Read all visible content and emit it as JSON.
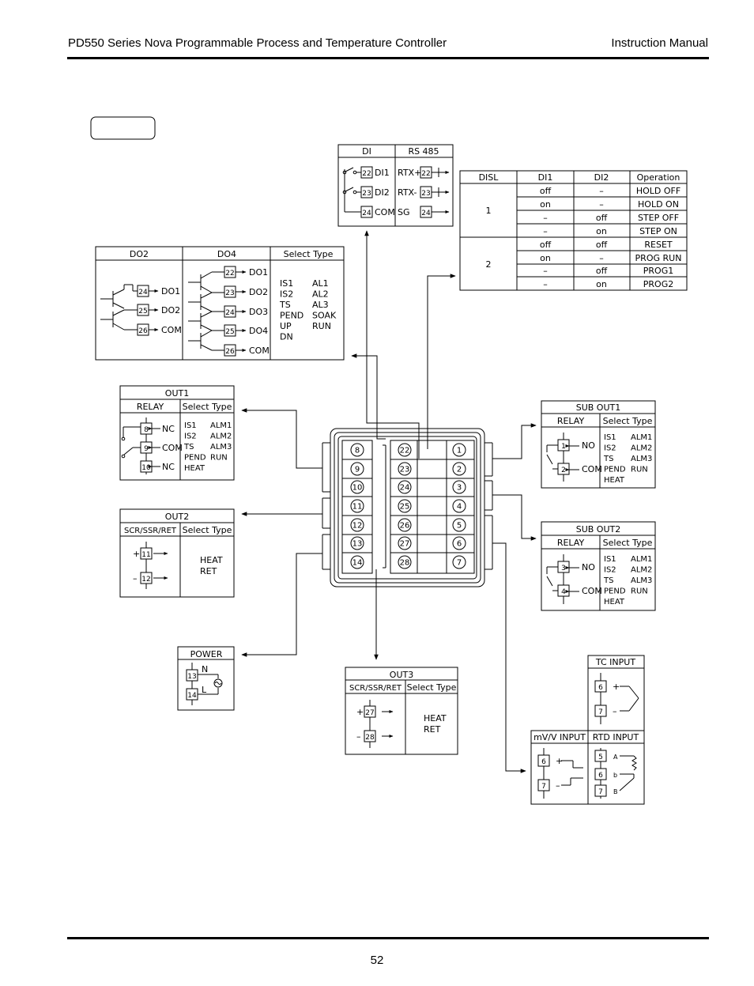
{
  "header": {
    "title": "PD550 Series Nova Programmable Process and Temperature Controller",
    "doc_type": "Instruction Manual"
  },
  "footer": {
    "page_number": "52"
  },
  "di_block": {
    "col_di": "DI",
    "col_rs485": "RS 485",
    "di_rows": [
      {
        "term": "22",
        "label": "DI1"
      },
      {
        "term": "23",
        "label": "DI2"
      },
      {
        "term": "24",
        "label": "COM"
      }
    ],
    "rs_rows": [
      {
        "label": "RTX+",
        "term": "22"
      },
      {
        "label": "RTX-",
        "term": "23"
      },
      {
        "label": "SG",
        "term": "24"
      }
    ]
  },
  "disl_table": {
    "headers": [
      "DISL",
      "DI1",
      "DI2",
      "Operation"
    ],
    "groups": [
      {
        "disl": "1",
        "rows": [
          [
            "off",
            "–",
            "HOLD OFF"
          ],
          [
            "on",
            "–",
            "HOLD ON"
          ],
          [
            "–",
            "off",
            "STEP OFF"
          ],
          [
            "–",
            "on",
            "STEP ON"
          ]
        ]
      },
      {
        "disl": "2",
        "rows": [
          [
            "off",
            "off",
            "RESET"
          ],
          [
            "on",
            "–",
            "PROG RUN"
          ],
          [
            "–",
            "off",
            "PROG1"
          ],
          [
            "–",
            "on",
            "PROG2"
          ]
        ]
      }
    ]
  },
  "do_block": {
    "col_do2": "DO2",
    "col_do4": "DO4",
    "col_select": "Select Type",
    "do2_rows": [
      {
        "term": "24",
        "label": "DO1"
      },
      {
        "term": "25",
        "label": "DO2"
      },
      {
        "term": "26",
        "label": "COM"
      }
    ],
    "do4_rows": [
      {
        "term": "22",
        "label": "DO1"
      },
      {
        "term": "23",
        "label": "DO2"
      },
      {
        "term": "24",
        "label": "DO3"
      },
      {
        "term": "25",
        "label": "DO4"
      },
      {
        "term": "26",
        "label": "COM"
      }
    ],
    "select_col1": [
      "IS1",
      "IS2",
      "TS",
      "PEND",
      "UP",
      "DN"
    ],
    "select_col2": [
      "AL1",
      "AL2",
      "AL3",
      "SOAK",
      "RUN"
    ]
  },
  "out1": {
    "title": "OUT1",
    "col_relay": "RELAY",
    "col_select": "Select Type",
    "rows": [
      {
        "term": "8",
        "label": "NC"
      },
      {
        "term": "9",
        "label": "COM"
      },
      {
        "term": "10",
        "label": "NC"
      }
    ],
    "select_col1": [
      "IS1",
      "IS2",
      "TS",
      "PEND",
      "HEAT"
    ],
    "select_col2": [
      "ALM1",
      "ALM2",
      "ALM3",
      "RUN"
    ]
  },
  "out2": {
    "title": "OUT2",
    "col_type": "SCR/SSR/RET",
    "col_select": "Select Type",
    "rows": [
      {
        "sign": "+",
        "term": "11"
      },
      {
        "sign": "–",
        "term": "12"
      }
    ],
    "select": [
      "HEAT",
      "RET"
    ]
  },
  "power": {
    "title": "POWER",
    "terms": [
      "13",
      "14"
    ],
    "labels": [
      "N",
      "L"
    ]
  },
  "out3": {
    "title": "OUT3",
    "col_type": "SCR/SSR/RET",
    "col_select": "Select Type",
    "rows": [
      {
        "sign": "+",
        "term": "27"
      },
      {
        "sign": "–",
        "term": "28"
      }
    ],
    "select": [
      "HEAT",
      "RET"
    ]
  },
  "sub_out1": {
    "title": "SUB OUT1",
    "col_relay": "RELAY",
    "col_select": "Select Type",
    "rows": [
      {
        "term": "1",
        "label": "NO"
      },
      {
        "term": "2",
        "label": "COM"
      }
    ],
    "select_col1": [
      "IS1",
      "IS2",
      "TS",
      "PEND",
      "HEAT"
    ],
    "select_col2": [
      "ALM1",
      "ALM2",
      "ALM3",
      "RUN"
    ]
  },
  "sub_out2": {
    "title": "SUB OUT2",
    "col_relay": "RELAY",
    "col_select": "Select Type",
    "rows": [
      {
        "term": "3",
        "label": "NO"
      },
      {
        "term": "4",
        "label": "COM"
      }
    ],
    "select_col1": [
      "IS1",
      "IS2",
      "TS",
      "PEND",
      "HEAT"
    ],
    "select_col2": [
      "ALM1",
      "ALM2",
      "ALM3",
      "RUN"
    ]
  },
  "tc_input": {
    "title": "TC INPUT",
    "terms": [
      "6",
      "7"
    ],
    "signs": [
      "+",
      "–"
    ]
  },
  "mv_input": {
    "title": "mV/V INPUT",
    "terms": [
      "6",
      "7"
    ],
    "signs": [
      "+",
      "–"
    ]
  },
  "rtd_input": {
    "title": "RTD INPUT",
    "terms": [
      "5",
      "6",
      "7"
    ],
    "labels": [
      "A",
      "b",
      "B"
    ]
  },
  "terminal_block": {
    "left": [
      "8",
      "9",
      "10",
      "11",
      "12",
      "13",
      "14"
    ],
    "middle": [
      "22",
      "23",
      "24",
      "25",
      "26",
      "27",
      "28"
    ],
    "right": [
      "1",
      "2",
      "3",
      "4",
      "5",
      "6",
      "7"
    ]
  }
}
